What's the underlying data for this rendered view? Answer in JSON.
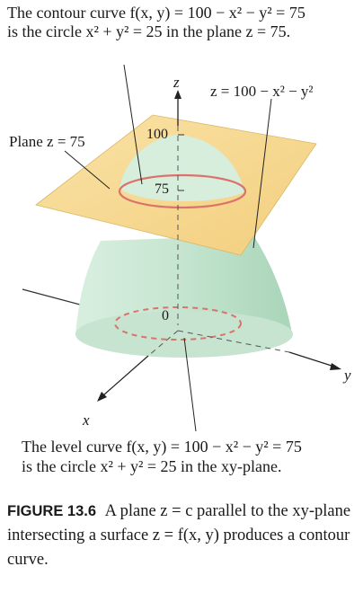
{
  "top_note": {
    "line1": "The contour curve f(x, y) = 100 − x² − y² = 75",
    "line2": "is the circle x² + y² = 25 in the plane z = 75."
  },
  "surface_label": "z = 100 − x² − y²",
  "plane_label": "Plane z = 75",
  "axes": {
    "z": "z",
    "x": "x",
    "y": "y"
  },
  "ticks": {
    "t100": "100",
    "t75": "75",
    "t0": "0"
  },
  "bottom_note": {
    "line1": "The level curve f(x, y) = 100 − x² − y² = 75",
    "line2": "is the circle x² + y² = 25 in the xy-plane."
  },
  "caption": {
    "label": "FIGURE 13.6",
    "text": "A plane z = c parallel to the xy-plane intersecting a surface z = f(x, y) produces a contour curve."
  },
  "colors": {
    "surface": "#cfe9d7",
    "plane": "#f5d48a",
    "contour": "#d9736b"
  }
}
